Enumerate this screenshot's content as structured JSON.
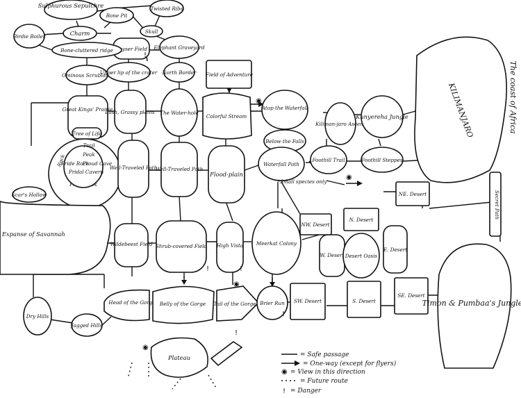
{
  "map": {
    "regions": {
      "sulphurous_sepulchre": "Sulphurous Sepulchre",
      "twisted_ribs": "Twisted Ribs",
      "bone_pit": "Bone Pit",
      "skull": "Skull",
      "birdie_boiler": "Birdie Boiler",
      "charm": "Charm",
      "geyser_field": "Geyser Field",
      "elephant_graveyard": "Elephant Graveyard",
      "bone_cluttered_ridge": "Bone-cluttered ridge",
      "ominous_scrubland": "Ominous Scrubland",
      "upper_lip": "Upper lip of the crater",
      "north_border": "North Border",
      "field_of_adventure": "Field of Adventure",
      "great_kings_prairie": "Great Kings' Prairie",
      "tree_of_life": "Tree of Life",
      "lush_grassy_plains": "Lush, Grassy plains",
      "the_waterhole": "The Water-hole",
      "colorful_stream": "Colorful Stream",
      "atop_the_waterfall": "Atop the Waterfall",
      "below_the_falls": "Below the Falls",
      "kilimanjaro_ascent": "Kiliman-jaro Ascent",
      "kunyereha_jungle": "Kunyereha Jungle",
      "kilimanjaro": "KILIMANJARO",
      "coast_of_africa": "The coast of Africa",
      "secret_path": "Secret Path",
      "rock": "Rock",
      "trail": "Trail",
      "peak": "Peak",
      "pride_rock": "Pride Rock",
      "pridal_cavern": "Pridal Cavern",
      "proud_cave": "Proud Cave",
      "pride_rock_ring": "Pride Rock",
      "scars_hollow": "Scar's Hollow",
      "well_traveled_path_1": "Well-Traveled Path",
      "well_traveled_path_2": "Well-Traveled Path",
      "flood_plain": "Flood-plain",
      "waterfall_path": "Waterfall Path",
      "foothill_trail": "Foothill Trail",
      "foothill_steppes": "Foothill Steppes",
      "small_species_only": "*Small species only",
      "vast_expanse": "Vast Expanse of Savannah",
      "wildebeest_field": "Wildebeest Field",
      "shrub_covered_field": "Shrub-covered Field",
      "high_vista": "High Vista",
      "meerkat_colony": "Meerkat Colony",
      "nw_desert": "NW. Desert",
      "n_desert": "N. Desert",
      "ne_desert": "NE. Desert",
      "w_desert": "W. Desert",
      "desert_oasis": "Desert Oasis",
      "e_desert": "E. Desert",
      "sw_desert": "SW. Desert",
      "s_desert": "S. Desert",
      "se_desert": "SE. Desert",
      "timon_pumbaas_jungle": "Timon & Pumbaa's Jungle",
      "dry_hills": "Dry Hills",
      "jagged_hills": "Jagged Hills",
      "head_of_the_gorge": "Head of the Gorge",
      "belly_of_the_gorge": "Belly of the Gorge",
      "tail_of_the_gorge": "Tail of the Gorge",
      "brier_run": "Brier Run",
      "plateau": "Plateau"
    },
    "legend": [
      {
        "symbol": "——",
        "text": "= Safe passage"
      },
      {
        "symbol": "——▶",
        "text": "= One-way (except for flyers)"
      },
      {
        "symbol": "◉",
        "text": "= View in this direction"
      },
      {
        "symbol": "·····",
        "text": "= Future route"
      },
      {
        "symbol": "!",
        "text": "= Danger"
      }
    ]
  }
}
